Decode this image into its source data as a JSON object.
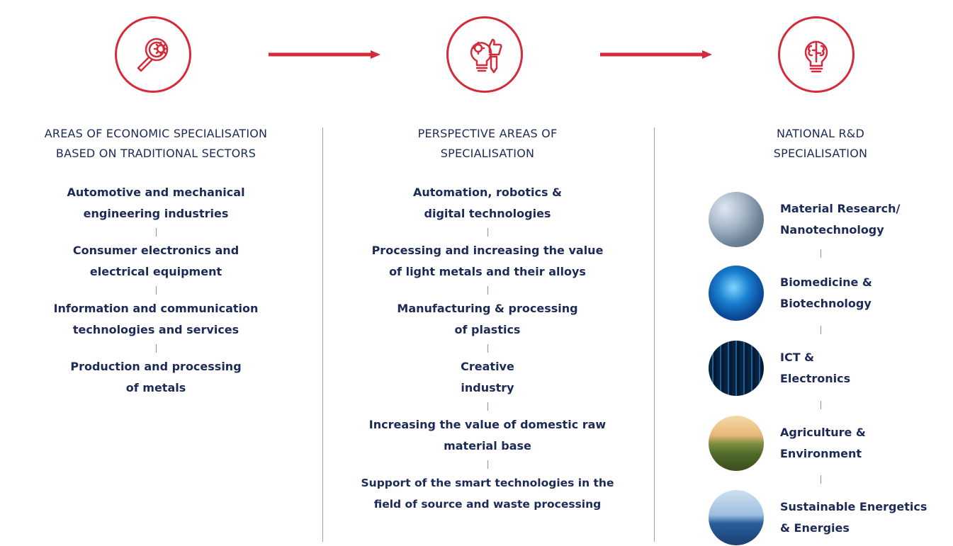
{
  "columns": [
    {
      "title_line1": "AREAS OF ECONOMIC SPECIALISATION",
      "title_line2": "BASED ON TRADITIONAL SECTORS",
      "icon": "magnifier-gear-icon",
      "items": [
        {
          "l1": "Automotive and mechanical",
          "l2": "engineering industries"
        },
        {
          "l1": "Consumer electronics and",
          "l2": "electrical equipment"
        },
        {
          "l1": "Information and communication",
          "l2": "technologies and services"
        },
        {
          "l1": "Production and processing",
          "l2": "of metals"
        }
      ]
    },
    {
      "title_line1": "PERSPECTIVE AREAS OF",
      "title_line2": "SPECIALISATION",
      "icon": "lightbulb-thumbsup-pencil-icon",
      "items": [
        {
          "l1": "Automation, robotics &",
          "l2": "digital technologies"
        },
        {
          "l1": "Processing and increasing the value",
          "l2": "of light metals and their alloys"
        },
        {
          "l1": "Manufacturing & processing",
          "l2": "of plastics"
        },
        {
          "l1": "Creative",
          "l2": "industry"
        },
        {
          "l1": "Increasing the value of domestic raw",
          "l2": "material base"
        },
        {
          "l1": "Support of the smart technologies in the",
          "l2": "field of source and waste processing"
        }
      ]
    },
    {
      "title_line1": "NATIONAL R&D",
      "title_line2": "SPECIALISATION",
      "icon": "brain-lightbulb-icon",
      "items": [
        {
          "l1": "Material Research/",
          "l2": "Nanotechnology",
          "image": "nanotech-image"
        },
        {
          "l1": "Biomedicine &",
          "l2": "Biotechnology",
          "image": "biomedicine-image"
        },
        {
          "l1": "ICT &",
          "l2": "Electronics",
          "image": "ict-image"
        },
        {
          "l1": "Agriculture &",
          "l2": "Environment",
          "image": "agriculture-image"
        },
        {
          "l1": "Sustainable Energetics",
          "l2": "& Energies",
          "image": "energy-image"
        }
      ]
    }
  ],
  "colors": {
    "accent": "#d42a3a",
    "text": "#1c2a57",
    "divider": "#9aa0b3"
  }
}
